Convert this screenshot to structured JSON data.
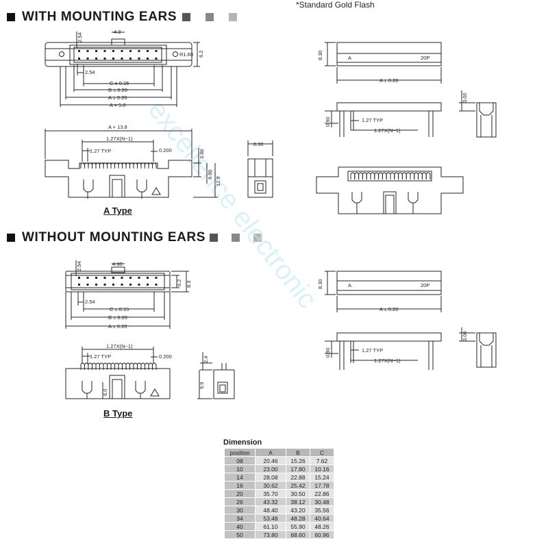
{
  "header": {
    "section_with": "WITH MOUNTING EARS",
    "section_without": "WITHOUT MOUNTING EARS",
    "note": "*Standard Gold Flash",
    "square_colors": [
      "#555555",
      "#888888",
      "#b5b5b5"
    ]
  },
  "type_labels": {
    "a": "A Type",
    "b": "B Type"
  },
  "dims_a_top": {
    "d254": "2.54",
    "d43": "4.3",
    "r160": "R1.60",
    "d62": "6.2",
    "d254b": "2.54",
    "c": "C ± 0.15",
    "b": "B ± 0.20",
    "a": "A ± 0.20",
    "a5": "A + 5.0"
  },
  "dims_a_front": {
    "a138": "A + 13.8",
    "pitch": "1.27X(N−1)",
    "typ": "1.27 TYP",
    "d0200": "0.200",
    "d300": "3.00",
    "d600": "6.00",
    "d129": "12.9",
    "d830": "8.30"
  },
  "dims_cable_top": {
    "d830": "8.30",
    "a": "A",
    "p20": "20P",
    "aw": "A ± 0.20"
  },
  "dims_cable_side": {
    "d090": "0.90",
    "typ": "1.27 TYP",
    "pitch": "1.27X(N−1)",
    "d300": "3.00"
  },
  "dims_b_top": {
    "d254": "2.54",
    "d430": "4.30",
    "d62": "6.2",
    "d83": "8.3",
    "d254b": "2.54",
    "c": "C ± 0.15",
    "b": "B ± 0.20",
    "a": "A ± 0.20"
  },
  "dims_b_front": {
    "pitch": "1.27X(N−1)",
    "typ": "1.27 TYP",
    "d0200": "0.200",
    "d60": "6.0",
    "d24": "2.4",
    "d99": "9.9"
  },
  "dims_cable2_top": {
    "d830": "8.30",
    "a": "A",
    "p20": "20P",
    "aw": "A ± 0.20"
  },
  "dims_cable2_side": {
    "d090": "0.90",
    "typ": "1.27 TYP",
    "pitch": "1.27X(N−1)",
    "d300": "3.00"
  },
  "watermark": "excellence electronic",
  "dimension_table": {
    "title": "Dimension",
    "headers": [
      "position",
      "A",
      "B",
      "C"
    ],
    "rows": [
      [
        "08",
        "20.46",
        "15.26",
        "7.62"
      ],
      [
        "10",
        "23.00",
        "17.80",
        "10.16"
      ],
      [
        "14",
        "28.08",
        "22.88",
        "15.24"
      ],
      [
        "16",
        "30.62",
        "25.42",
        "17.78"
      ],
      [
        "20",
        "35.70",
        "30.50",
        "22.86"
      ],
      [
        "26",
        "43.32",
        "38.12",
        "30.48"
      ],
      [
        "30",
        "48.40",
        "43.20",
        "35.56"
      ],
      [
        "34",
        "53.48",
        "48.28",
        "40.64"
      ],
      [
        "40",
        "61.10",
        "55.90",
        "48.26"
      ],
      [
        "50",
        "73.80",
        "68.60",
        "60.96"
      ]
    ]
  }
}
